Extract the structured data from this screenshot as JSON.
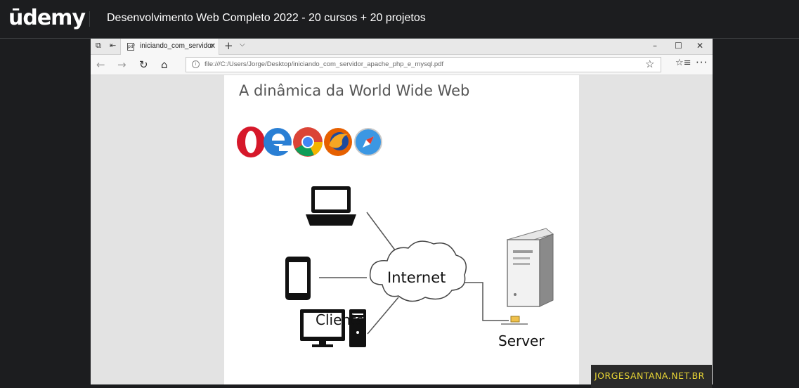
{
  "header": {
    "logo_text": "ūdemy",
    "course_title": "Desenvolvimento Web Completo 2022 - 20 cursos + 20 projetos"
  },
  "browser": {
    "tab_label": "iniciando_com_servidor",
    "tab_close": "✕",
    "new_tab": "+",
    "tab_list": "⌵",
    "win_min": "–",
    "win_max": "☐",
    "win_close": "✕",
    "url": "file:///C:/Users/Jorge/Desktop/iniciando_com_servidor_apache_php_e_mysql.pdf"
  },
  "slide": {
    "title": "A dinâmica da World Wide Web",
    "internet_label": "Internet",
    "clients_label": "Clients",
    "server_label": "Server"
  },
  "watermark": {
    "text": "JORGESANTANA.NET.BR"
  },
  "colors": {
    "udemy_accent": "#a435f0",
    "watermark_text": "#e8d535",
    "opera_red": "#d6182a",
    "edge_blue": "#2a7fd4",
    "firefox_orange": "#e66000",
    "safari_blue": "#3b97e3"
  },
  "icons": [
    "udemy-hat-icon",
    "tab-actions-icon",
    "pdf-file-icon",
    "back-icon",
    "forward-icon",
    "refresh-icon",
    "home-icon",
    "info-icon",
    "favorite-star-icon",
    "favorites-list-icon",
    "more-icon",
    "laptop-icon",
    "smartphone-icon",
    "desktop-icon",
    "cloud-icon",
    "server-icon"
  ]
}
